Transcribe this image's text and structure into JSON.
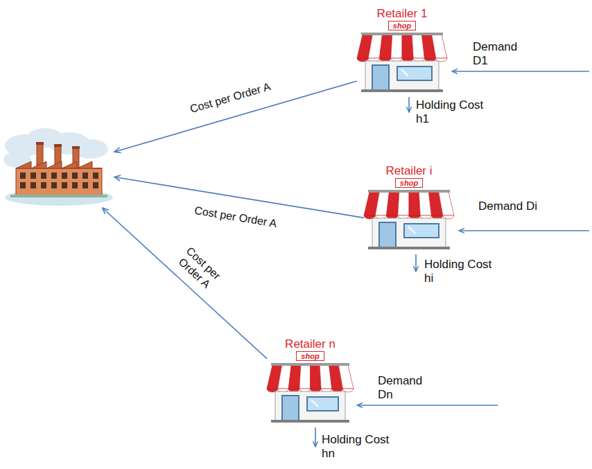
{
  "diagram": {
    "nodes": [
      {
        "text": []
      },
      {
        "text": [
          "Retailer 1",
          "shop"
        ]
      },
      {
        "text": [
          "Retailer i",
          "shop"
        ]
      },
      {
        "text": [
          "Retailer n",
          "shop"
        ]
      }
    ],
    "edges": [
      {
        "from": 1,
        "to": 0,
        "arrow": "to",
        "label": "Cost per Order A"
      },
      {
        "from": 2,
        "to": 0,
        "arrow": "to",
        "label": "Cost per Order A"
      },
      {
        "from": 3,
        "to": 0,
        "arrow": "to",
        "label": "Cost per Order A"
      }
    ],
    "labels": [
      "Demand D1",
      "Holding Cost h1",
      "Demand Di",
      "Holding Cost hi",
      "Demand Dn",
      "Holding Cost hn"
    ]
  }
}
